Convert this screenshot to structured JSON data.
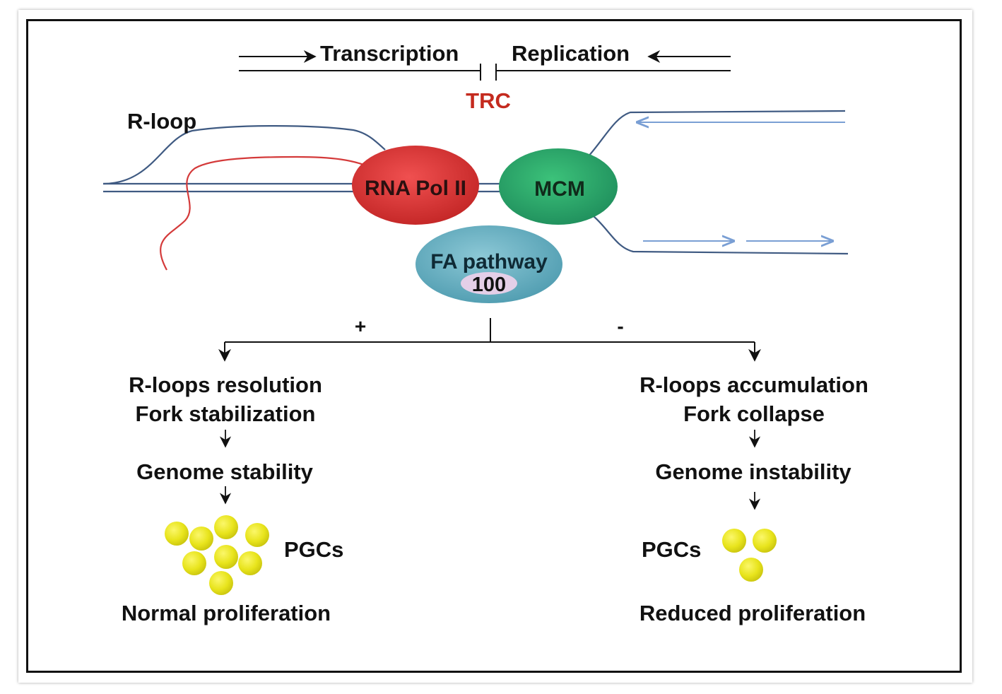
{
  "direction": {
    "transcription": "Transcription",
    "replication": "Replication",
    "collision": "TRC"
  },
  "rloop_label": "R-loop",
  "complexes": {
    "polymerase": "RNA Pol II",
    "helicase": "MCM",
    "fa_pathway": "FA pathway",
    "fa_badge": "100"
  },
  "branches": {
    "plus_sign": "+",
    "minus_sign": "-",
    "positive": {
      "outcome_line1": "R-loops resolution",
      "outcome_line2": "Fork stabilization",
      "genome": "Genome stability",
      "cells_label": "PGCs",
      "proliferation": "Normal proliferation",
      "cell_count": 8
    },
    "negative": {
      "outcome_line1": "R-loops accumulation",
      "outcome_line2": "Fork collapse",
      "genome": "Genome instability",
      "cells_label": "PGCs",
      "proliferation": "Reduced proliferation",
      "cell_count": 3
    }
  },
  "colors": {
    "dna_strand": "#3f5a82",
    "rna_strand": "#d43a3a",
    "new_strand": "#7a9fd4",
    "trc_text": "#c42a1e",
    "pol_ii": "#dd3b3b",
    "mcm": "#2fa86a",
    "fa_pathway": "#6fb2c2",
    "badge": "#e4cfe8",
    "pgc": "#e8e41c"
  }
}
